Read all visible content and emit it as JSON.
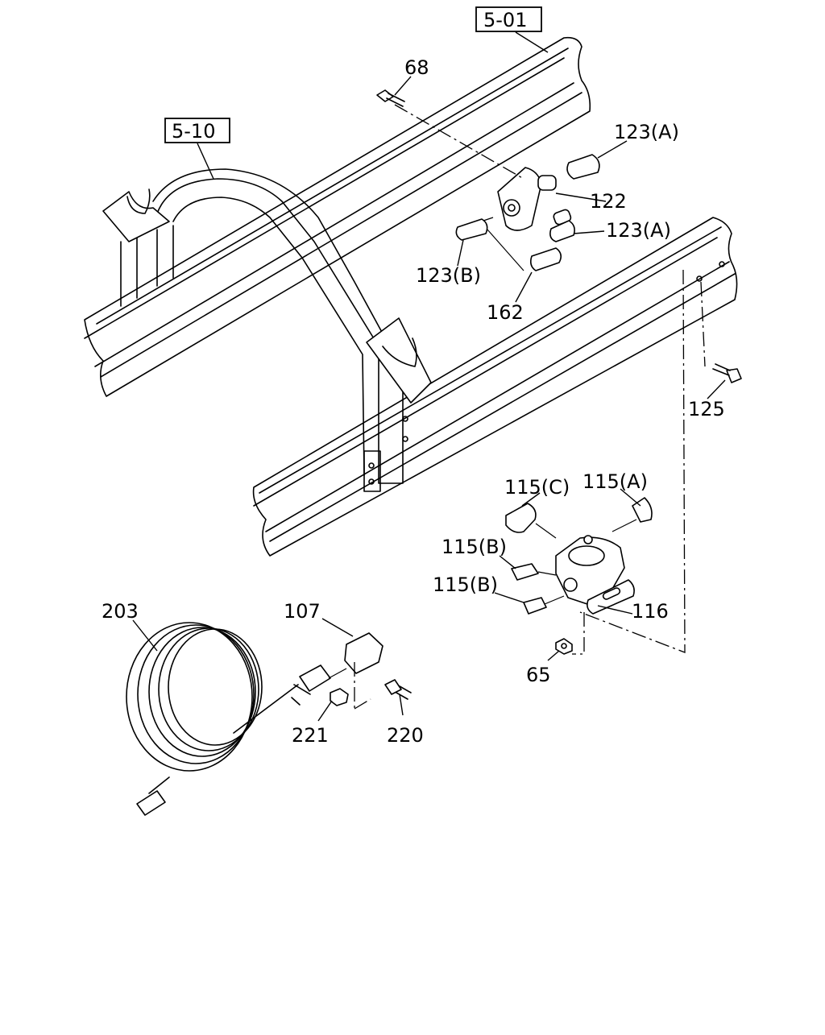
{
  "diagram": {
    "references": [
      {
        "id": "ref-5-01",
        "text": "5-01"
      },
      {
        "id": "ref-5-10",
        "text": "5-10"
      }
    ],
    "callouts": {
      "c68": "68",
      "c123a_top": "123(A)",
      "c122": "122",
      "c123a_mid": "123(A)",
      "c123b": "123(B)",
      "c162": "162",
      "c125": "125",
      "c115c": "115(C)",
      "c115a": "115(A)",
      "c115b_1": "115(B)",
      "c115b_2": "115(B)",
      "c116": "116",
      "c65": "65",
      "c203": "203",
      "c107": "107",
      "c221": "221",
      "c220": "220"
    }
  }
}
